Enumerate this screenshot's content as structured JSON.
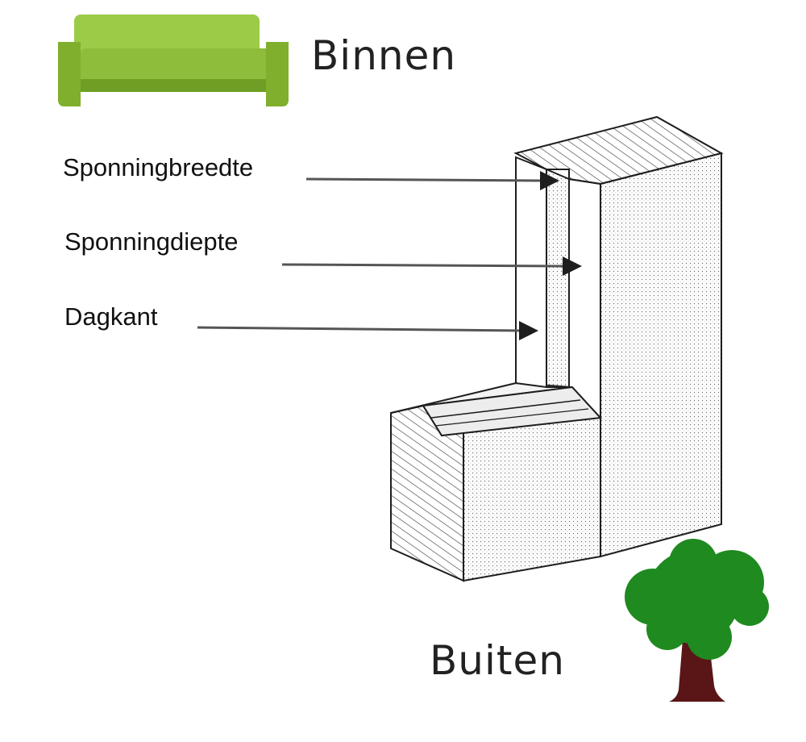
{
  "inside": {
    "label": "Binnen",
    "icon": "sofa-icon",
    "color": "#8dbd3a"
  },
  "outside": {
    "label": "Buiten",
    "icon": "tree-icon",
    "foliage_color": "#1f8a1f",
    "trunk_color": "#5a1616"
  },
  "annotations": [
    {
      "label": "Sponningbreedte"
    },
    {
      "label": "Sponningdiepte"
    },
    {
      "label": "Dagkant"
    }
  ],
  "colors": {
    "line": "#1e1e1e",
    "arrow": "#555555"
  }
}
